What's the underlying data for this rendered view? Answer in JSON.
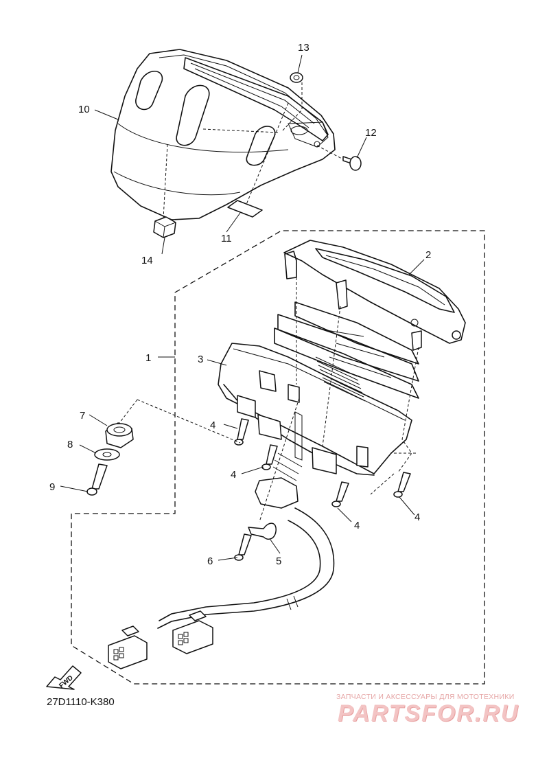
{
  "diagram": {
    "callouts": [
      "1",
      "2",
      "3",
      "4",
      "4",
      "4",
      "4",
      "5",
      "6",
      "7",
      "8",
      "9",
      "10",
      "11",
      "12",
      "13",
      "14"
    ],
    "fwd_label": "FWD",
    "figure_code": "27D1110-K380"
  },
  "watermark": {
    "tagline": "ЗАПЧАСТИ И АКСЕССУАРЫ ДЛЯ МОТОТЕХНИКИ",
    "brand": "PARTSFOR.RU"
  }
}
